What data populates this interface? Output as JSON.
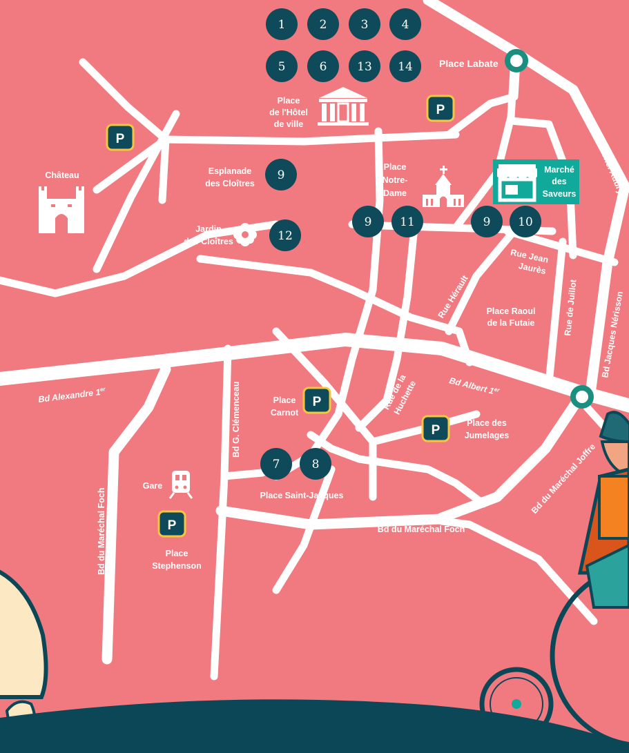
{
  "places": {
    "labate": "Place Labate",
    "hotel_de_ville": [
      "Place",
      "de l'Hôtel",
      "de ville"
    ],
    "chateau": "Château",
    "esplanade": [
      "Esplanade",
      "des Cloîtres"
    ],
    "jardin": [
      "Jardin",
      "des Cloîtres"
    ],
    "notre_dame": [
      "Place",
      "Notre-",
      "Dame"
    ],
    "marche": [
      "Marché",
      "des",
      "Saveurs"
    ],
    "raoul": [
      "Place Raoul",
      "de la Futaie"
    ],
    "carnot": [
      "Place",
      "Carnot"
    ],
    "jumelages": [
      "Place des",
      "Jumelages"
    ],
    "saint_jacques": "Place Saint-Jacques",
    "gare": "Gare",
    "stephenson": [
      "Place",
      "Stephenson"
    ]
  },
  "streets": {
    "colonel_aubry": "Bd du Colonel Aubry",
    "jacques_nerisson": "Bd Jacques Nérisson",
    "jean_jaures": [
      "Rue Jean",
      "Jaurès"
    ],
    "juillot": "Rue de Juillot",
    "herault": "Rue Hérault",
    "albert": "Bd Albert 1",
    "alexandre": "Bd Alexandre 1",
    "ordinal": "er",
    "huchette": [
      "Rue de la",
      "Huchette"
    ],
    "clemenceau": "Bd G. Clémenceau",
    "foch_vertical": "Bd du Maréchal Foch",
    "foch_horizontal": "Bd du Maréchal Foch",
    "joffre": "Bd du Maréchal Joffre"
  },
  "pins": {
    "p1": "1",
    "p2": "2",
    "p3": "3",
    "p4": "4",
    "p5": "5",
    "p6": "6",
    "p13": "13",
    "p14": "14",
    "p9_esplanade": "9",
    "p12": "12",
    "p9_nd": "9",
    "p11": "11",
    "p9_marche": "9",
    "p10": "10",
    "p7": "7",
    "p8": "8"
  },
  "parking_label": "P",
  "colors": {
    "background": "#f07a7f",
    "road": "#ffffff",
    "pin": "#0e4a5a",
    "parking_border": "#f6c640",
    "market": "#11a99a",
    "roundabout": "#1a8f80",
    "footer": "#0b4757"
  },
  "icons": [
    "town-hall-icon",
    "castle-icon",
    "church-icon",
    "market-icon",
    "flower-icon",
    "train-icon",
    "parking-icon",
    "roundabout-icon"
  ]
}
